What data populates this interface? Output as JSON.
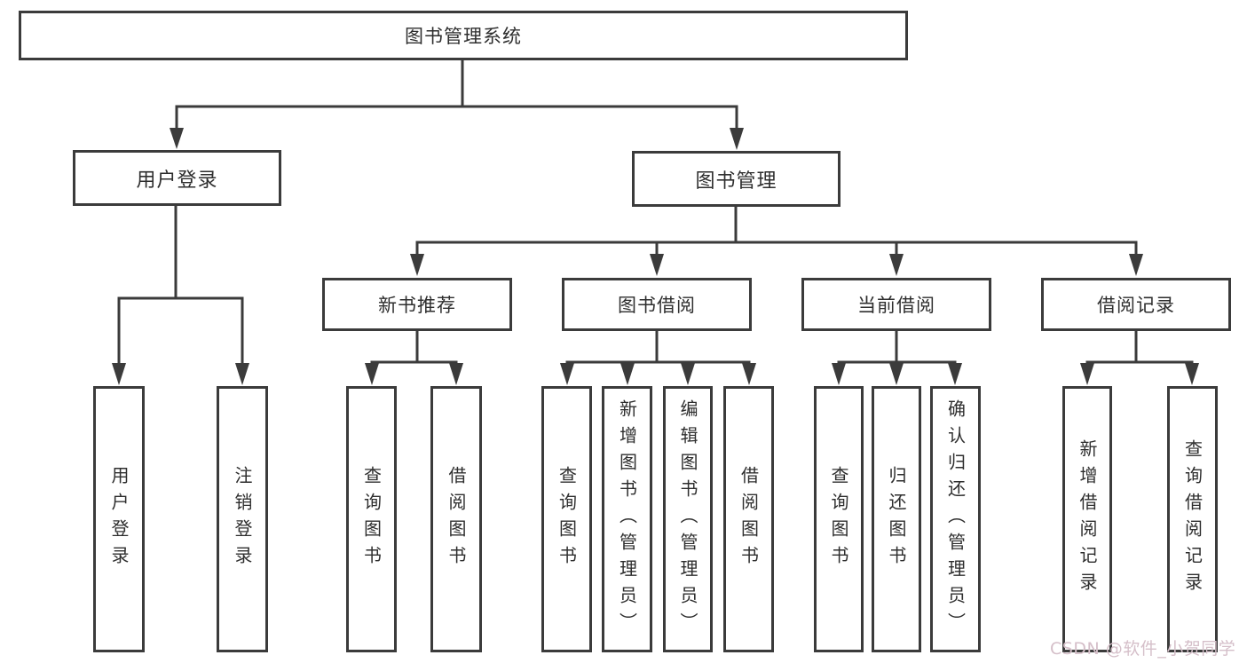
{
  "diagram_title": "图书管理系统",
  "nodes": {
    "root": {
      "label": "图书管理系统"
    },
    "level2": [
      {
        "label": "用户登录"
      },
      {
        "label": "图书管理"
      }
    ],
    "level3": [
      {
        "label": "新书推荐",
        "parent": "图书管理"
      },
      {
        "label": "图书借阅",
        "parent": "图书管理"
      },
      {
        "label": "当前借阅",
        "parent": "图书管理"
      },
      {
        "label": "借阅记录",
        "parent": "图书管理"
      }
    ],
    "leaves": [
      {
        "label": "用户登录",
        "parent": "用户登录"
      },
      {
        "label": "注销登录",
        "parent": "用户登录"
      },
      {
        "label": "查询图书",
        "parent": "新书推荐"
      },
      {
        "label": "借阅图书",
        "parent": "新书推荐"
      },
      {
        "label": "查询图书",
        "parent": "图书借阅"
      },
      {
        "label": "新增图书（管理员）",
        "parent": "图书借阅"
      },
      {
        "label": "编辑图书（管理员）",
        "parent": "图书借阅"
      },
      {
        "label": "借阅图书",
        "parent": "图书借阅"
      },
      {
        "label": "查询图书",
        "parent": "当前借阅"
      },
      {
        "label": "归还图书",
        "parent": "当前借阅"
      },
      {
        "label": "确认归还（管理员）",
        "parent": "当前借阅"
      },
      {
        "label": "新增借阅记录",
        "parent": "借阅记录"
      },
      {
        "label": "查询借阅记录",
        "parent": "借阅记录"
      }
    ]
  },
  "watermark": {
    "text": "CSDN @软件_小贺同学"
  },
  "colors": {
    "line": "#3b3b3b",
    "text": "#2e2e2e",
    "background": "#ffffff",
    "watermark": "#d5bfc9"
  }
}
